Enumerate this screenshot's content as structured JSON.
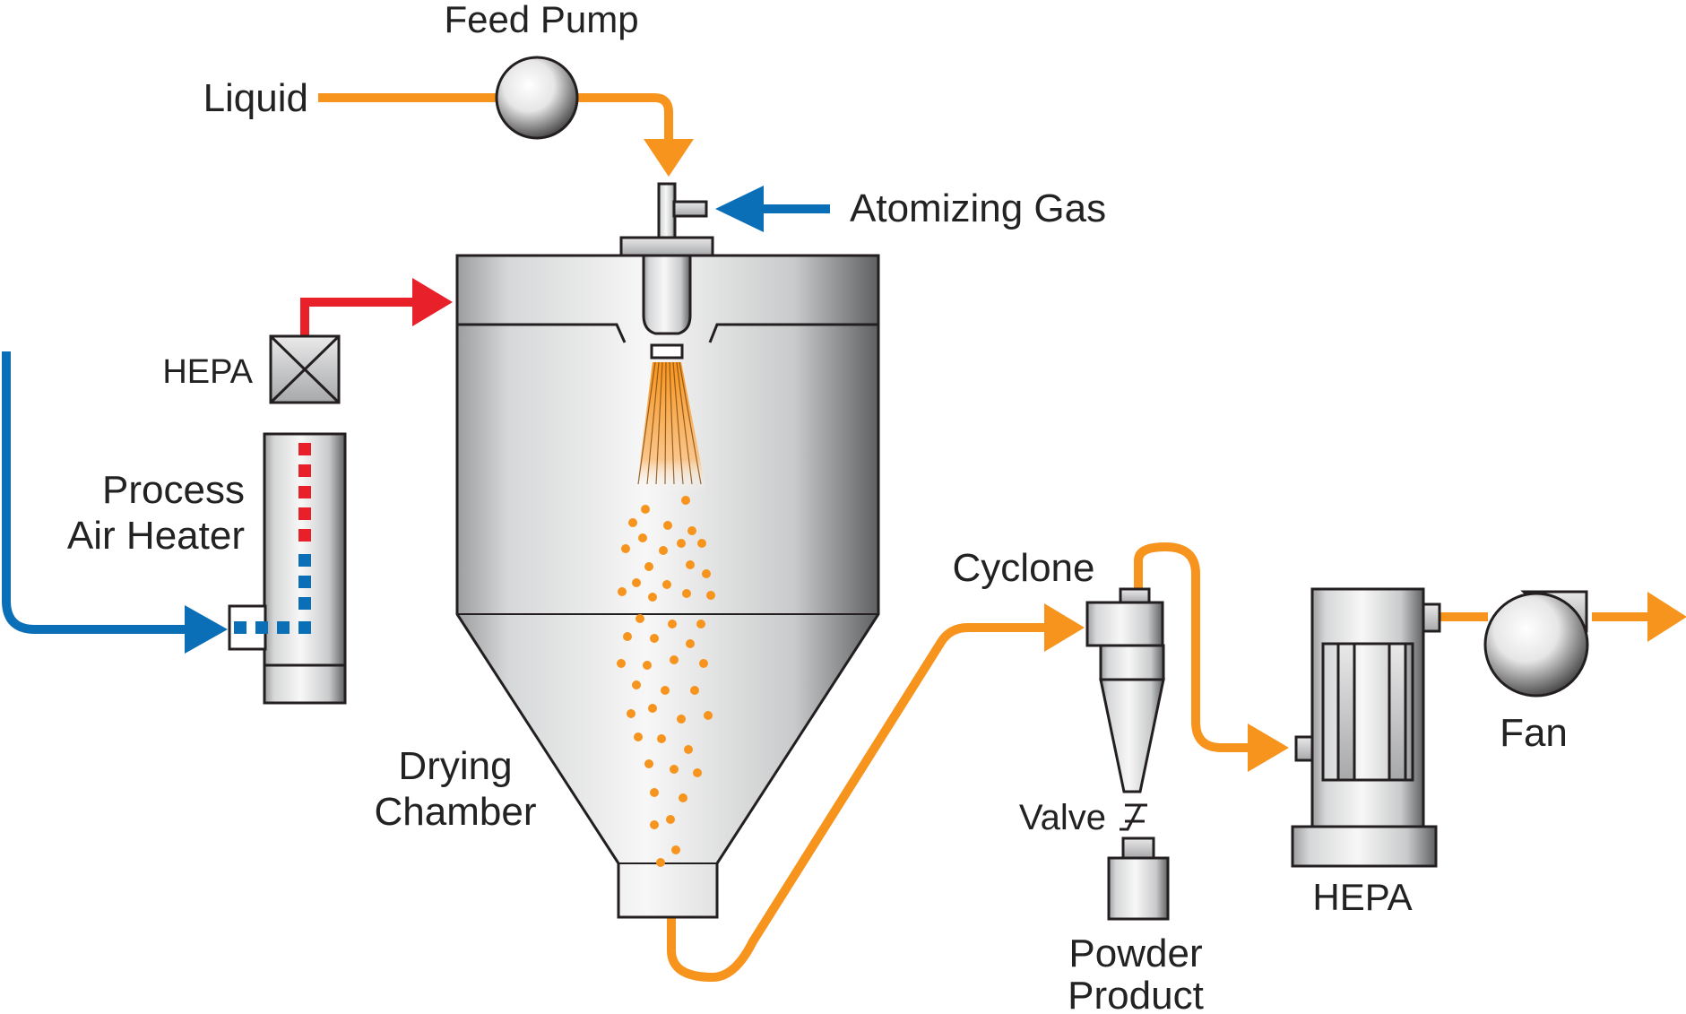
{
  "labels": {
    "feed_pump": "Feed Pump",
    "liquid": "Liquid",
    "atomizing_gas": "Atomizing Gas",
    "hepa_inlet": "HEPA",
    "process_air_heater_line1": "Process",
    "process_air_heater_line2": "Air Heater",
    "drying_chamber_line1": "Drying",
    "drying_chamber_line2": "Chamber",
    "cyclone": "Cyclone",
    "valve": "Valve",
    "powder_product_line1": "Powder",
    "powder_product_line2": "Product",
    "hepa_outlet": "HEPA",
    "fan": "Fan"
  },
  "colors": {
    "liquid_flow": "#f7941d",
    "atomizing_gas": "#0a6fb7",
    "hot_air": "#e8202a",
    "cold_air": "#0a6fb7",
    "equipment_light": "#f2f2f2",
    "equipment_dark": "#6d6e71",
    "outline": "#231f20"
  },
  "icons": [
    "pump-icon",
    "fan-icon",
    "hepa-filter-icon",
    "valve-icon",
    "spray-nozzle-icon"
  ]
}
